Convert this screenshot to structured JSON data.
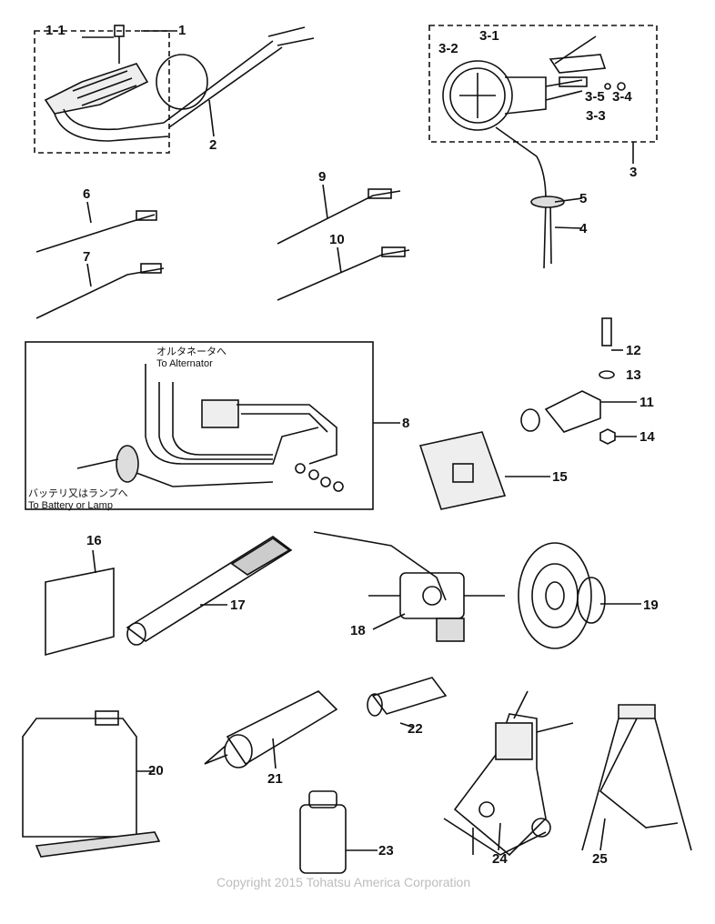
{
  "diagram": {
    "callouts": [
      "1-1",
      "1",
      "2",
      "3-1",
      "3-2",
      "3-3",
      "3-5",
      "3-4",
      "3",
      "5",
      "4",
      "6",
      "7",
      "9",
      "10",
      "8",
      "12",
      "13",
      "11",
      "14",
      "15",
      "16",
      "17",
      "18",
      "19",
      "20",
      "21",
      "22",
      "23",
      "24",
      "25"
    ],
    "notes": {
      "to_alternator_jp": "オルタネータへ",
      "to_alternator_en": "To Alternator",
      "to_battery_jp": "バッテリ又はランプへ",
      "to_battery_en": "To Battery or Lamp"
    },
    "copyright": "Copyright 2015 Tohatsu America Corporation"
  }
}
